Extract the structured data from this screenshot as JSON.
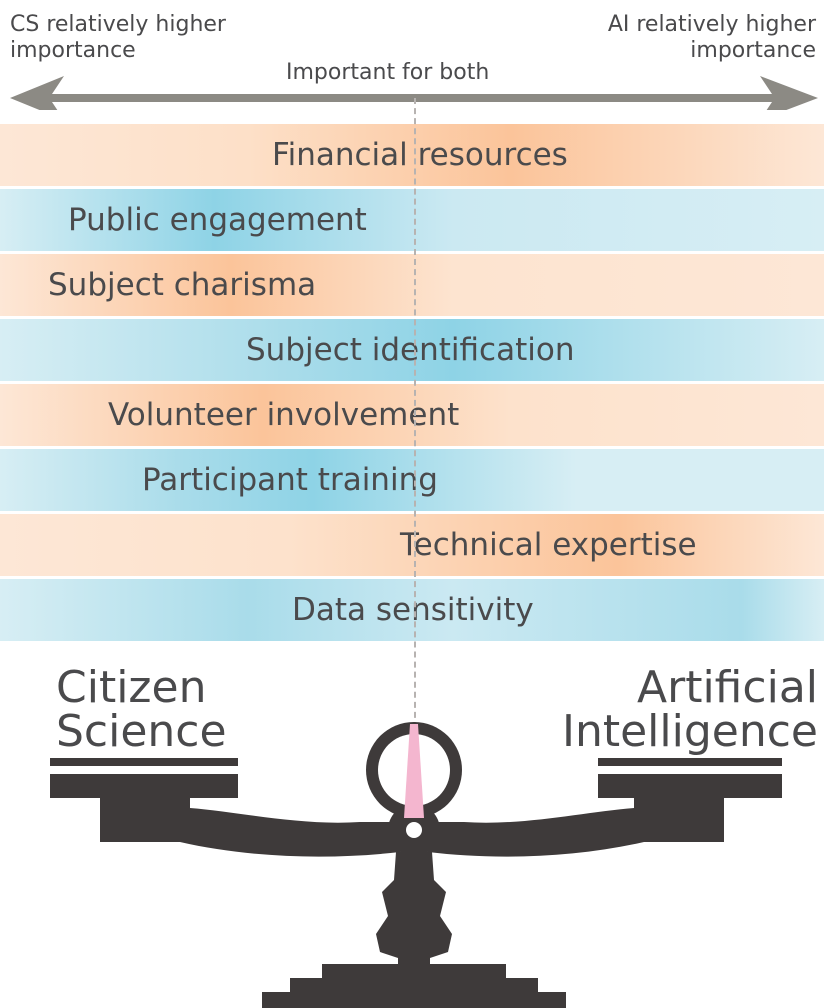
{
  "header": {
    "left_label_line1": "CS relatively higher",
    "left_label_line2": "importance",
    "right_label_line1": "AI relatively higher",
    "right_label_line2": "importance",
    "center_label": "Important for both"
  },
  "factors": [
    {
      "label": "Financial resources",
      "color": "orange",
      "emphasis": "center-right"
    },
    {
      "label": "Public engagement",
      "color": "blue",
      "emphasis": "left"
    },
    {
      "label": "Subject charisma",
      "color": "orange",
      "emphasis": "left"
    },
    {
      "label": "Subject identification",
      "color": "blue",
      "emphasis": "center"
    },
    {
      "label": "Volunteer involvement",
      "color": "orange",
      "emphasis": "left-center"
    },
    {
      "label": "Participant training",
      "color": "blue",
      "emphasis": "left-center"
    },
    {
      "label": "Technical expertise",
      "color": "orange",
      "emphasis": "right"
    },
    {
      "label": "Data sensitivity",
      "color": "blue",
      "emphasis": "center"
    }
  ],
  "scale": {
    "left_line1": "Citizen",
    "left_line2": "Science",
    "right_line1": "Artificial",
    "right_line2": "Intelligence"
  },
  "colors": {
    "orange": "#fbcaa3",
    "blue": "#a9dcea",
    "scale": "#3e3a3a",
    "needle": "#f4b6cf",
    "arrow": "#8c8a84"
  }
}
